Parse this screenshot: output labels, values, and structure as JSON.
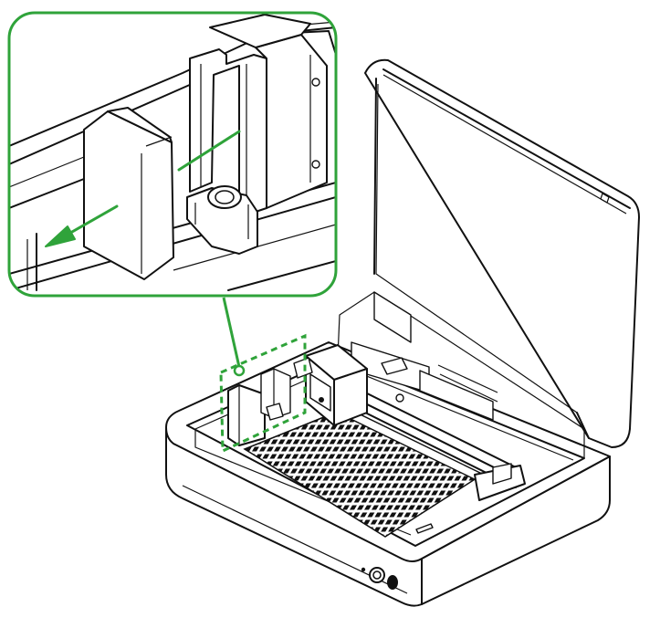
{
  "figure": {
    "subject": "laser-engraver-with-open-lid",
    "callout": {
      "shape": "rounded-rectangle",
      "highlight_shape": "dashed-rectangle",
      "arrow_direction": "left-down"
    }
  },
  "colors": {
    "accent": "#2fa33a",
    "line": "#111111",
    "background": "#ffffff"
  },
  "icons": [
    "power-button-icon",
    "status-light-icon",
    "direction-arrow-icon"
  ]
}
